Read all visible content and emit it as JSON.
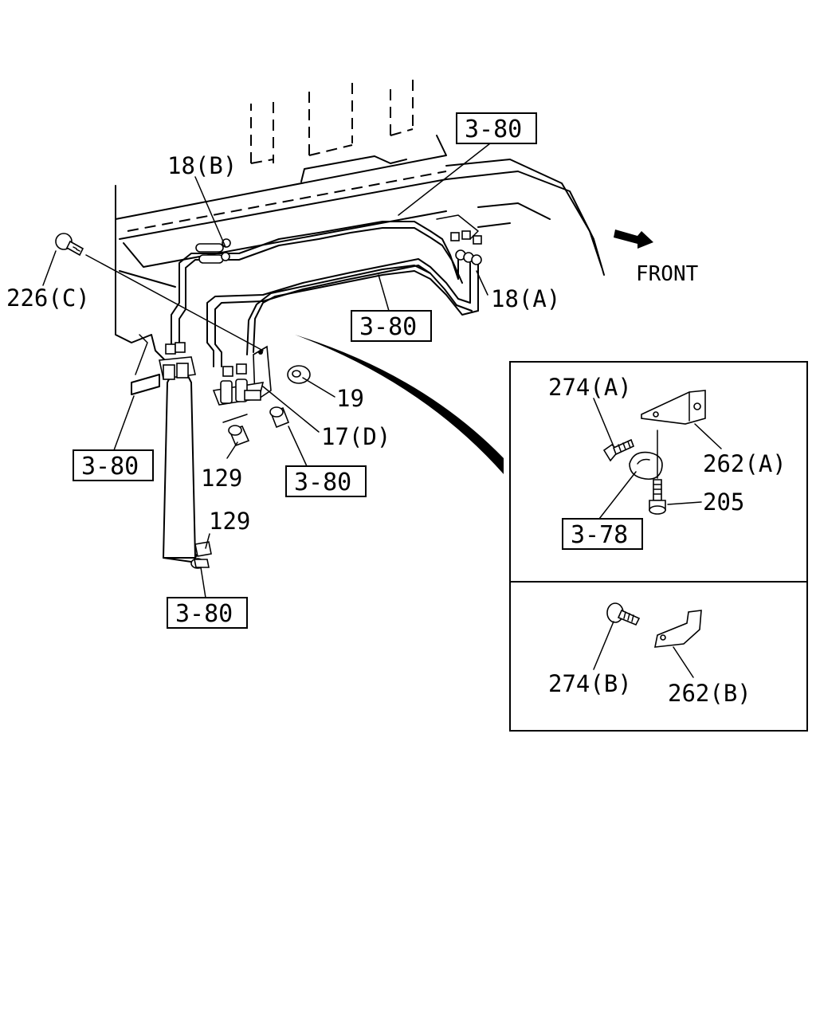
{
  "front_label": "FRONT",
  "callouts": {
    "c18b": "18(B)",
    "c226c": "226(C)",
    "c18a": "18(A)",
    "c19": "19",
    "c17d": "17(D)",
    "c129a": "129",
    "c129b": "129",
    "c274a": "274(A)",
    "c262a": "262(A)",
    "c205": "205",
    "c274b": "274(B)",
    "c262b": "262(B)"
  },
  "refs": {
    "r_top": "3-80",
    "r_mid": "3-80",
    "r_left": "3-80",
    "r_center": "3-80",
    "r_bottom": "3-80",
    "r_detail": "3-78"
  }
}
